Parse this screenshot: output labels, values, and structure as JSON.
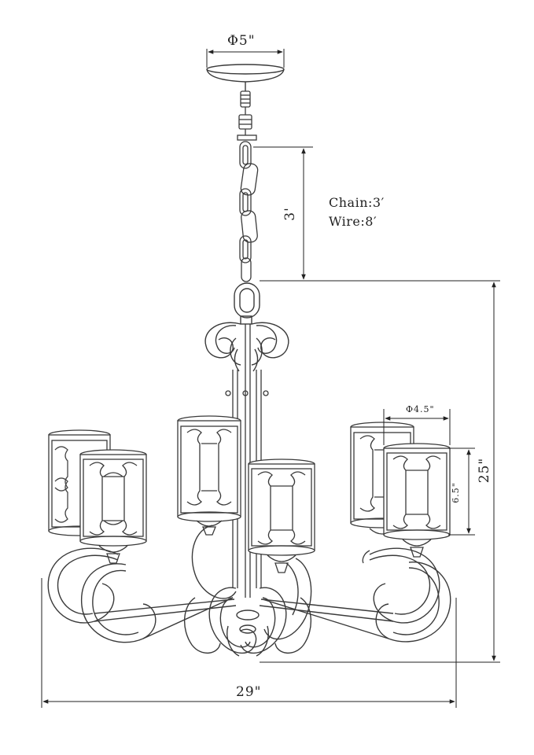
{
  "dimensions": {
    "canopy_diameter": "Φ5\"",
    "chain_length": "3'",
    "shade_diameter": "Φ4.5\"",
    "shade_height": "6.5\"",
    "body_height": "25\"",
    "overall_width": "29\""
  },
  "notes": {
    "chain": "Chain:3′",
    "wire": "Wire:8′"
  },
  "colors": {
    "line": "#3a3a3a",
    "dim_line": "#222222",
    "background": "#ffffff"
  }
}
